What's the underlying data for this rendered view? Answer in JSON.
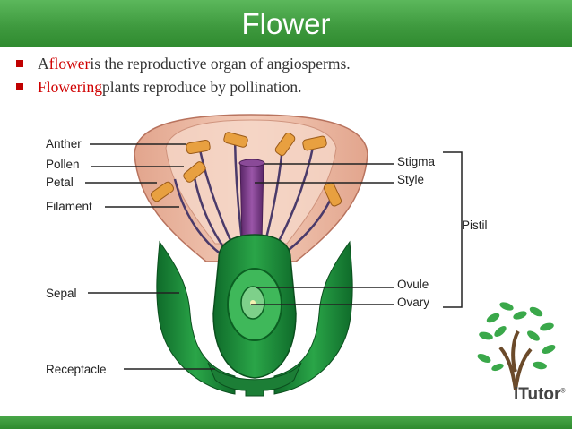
{
  "title": "Flower",
  "bullets": [
    {
      "pre": "A ",
      "highlight": "flower",
      "post": " is the reproductive organ of angiosperms."
    },
    {
      "pre": "",
      "highlight": "Flowering",
      "post": " plants reproduce by pollination."
    }
  ],
  "labels": {
    "anther": "Anther",
    "pollen": "Pollen",
    "petal": "Petal",
    "filament": "Filament",
    "sepal": "Sepal",
    "receptacle": "Receptacle",
    "stigma": "Stigma",
    "style": "Style",
    "pistil": "Pistil",
    "ovule": "Ovule",
    "ovary": "Ovary"
  },
  "logo": {
    "text": "iTutor",
    "mark": "®"
  },
  "colors": {
    "title_bar": "#3f9a3f",
    "highlight": "#d00000",
    "bullet": "#c00000",
    "petal": "#e9b6a0",
    "sepal": "#1f8a3a",
    "style": "#7b3f8a",
    "anther": "#e8a040"
  }
}
